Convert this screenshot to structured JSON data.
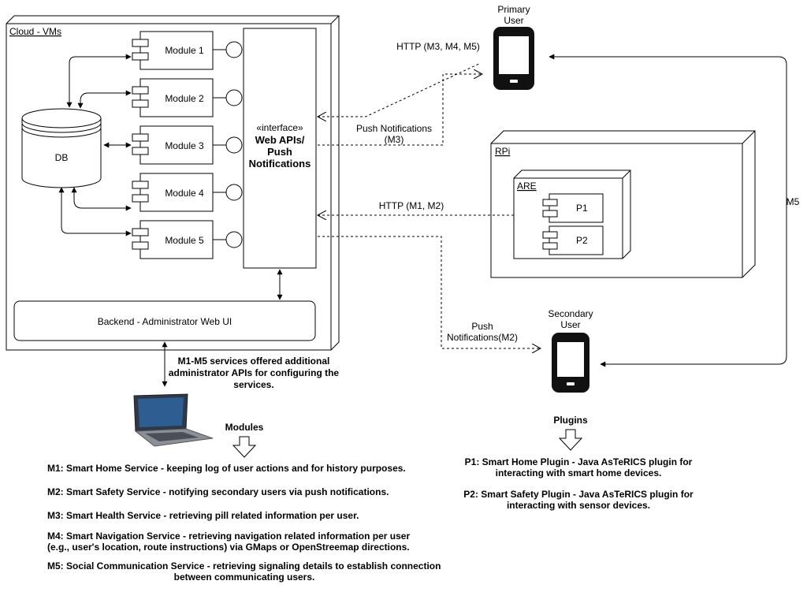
{
  "cloud": {
    "title": "Cloud - VMs",
    "db_label": "DB",
    "modules": [
      "Module 1",
      "Module 2",
      "Module 3",
      "Module 4",
      "Module 5"
    ],
    "interface": {
      "stereotype": "«interface»",
      "line1": "Web APIs/",
      "line2": "Push",
      "line3": "Notifications"
    },
    "backend": "Backend - Administrator Web UI"
  },
  "admin_note": [
    "M1-M5 services offered additional",
    "administrator APIs for configuring the",
    "services."
  ],
  "primary_user": [
    "Primary",
    "User"
  ],
  "secondary_user": [
    "Secondary",
    "User"
  ],
  "rpi": {
    "title": "RPi",
    "are_title": "ARE",
    "plugins": [
      "P1",
      "P2"
    ]
  },
  "connections": {
    "http_m345": "HTTP (M3, M4, M5)",
    "push_m3": [
      "Push Notifications",
      "(M3)"
    ],
    "http_m12": "HTTP (M1, M2)",
    "push_m2": [
      "Push",
      "Notifications(M2)"
    ],
    "m5": "M5"
  },
  "modules_heading": "Modules",
  "module_descriptions": [
    "M1: Smart Home Service - keeping log of user actions and for history purposes.",
    "M2: Smart Safety Service - notifying secondary users via push notifications.",
    "M3: Smart Health Service - retrieving pill related information per user.",
    "M4: Smart Navigation Service - retrieving navigation related information per user",
    "(e.g., user's location, route instructions) via GMaps or OpenStreemap directions.",
    "M5: Social Communication Service - retrieving signaling details to establish connection",
    "between communicating users."
  ],
  "plugins_heading": "Plugins",
  "plugin_descriptions": [
    "P1: Smart Home Plugin - Java AsTeRICS plugin for",
    "interacting with smart home devices.",
    "P2: Smart Safety Plugin - Java AsTeRICS plugin for",
    "interacting with sensor devices."
  ]
}
